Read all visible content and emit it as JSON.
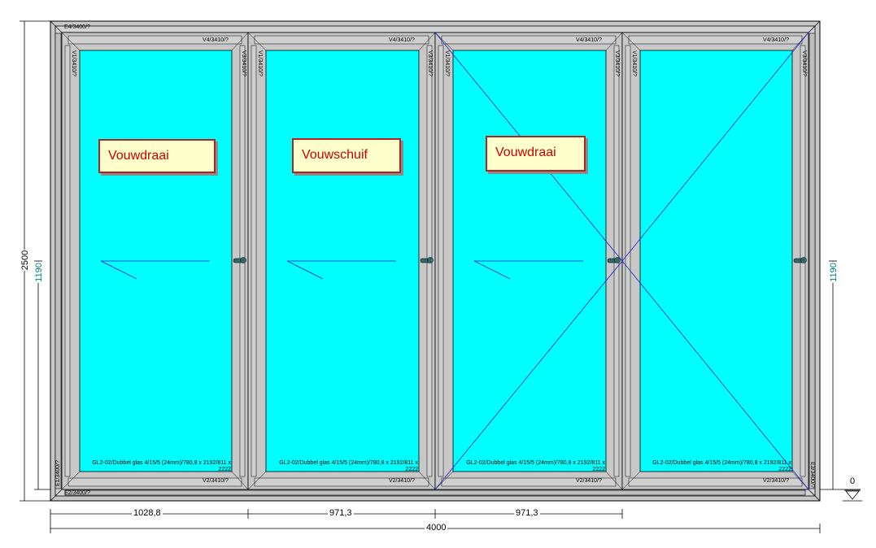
{
  "panels": [
    {
      "type_label": "Vouwdraai",
      "glass_text": "GL2-02/Dubbel glas 4/15/5 (24mm)/780,8 x 2192/811 x 2222",
      "top_profile": "V4/3410/?",
      "bottom_profile": "V2/3410/?",
      "left_profile": "V1/3410/?",
      "right_profile": "V3/3410/?"
    },
    {
      "type_label": "Vouwschuif",
      "glass_text": "GL2-02/Dubbel glas 4/15/5 (24mm)/780,8 x 2192/811 x 2222",
      "top_profile": "V4/3410/?",
      "bottom_profile": "V2/3410/?",
      "left_profile": "V1/3410/?",
      "right_profile": "V3/3410/?"
    },
    {
      "type_label": "Vouwdraai",
      "glass_text": "GL2-02/Dubbel glas 4/15/5 (24mm)/780,8 x 2192/811 x 2222",
      "top_profile": "V4/3410/?",
      "bottom_profile": "V2/3410/?",
      "left_profile": "V1/3410/?",
      "right_profile": "V3/3410/?"
    },
    {
      "type_label": "",
      "glass_text": "GL2-02/Dubbel glas 4/15/5 (24mm)/780,8 x 2192/811 x 2222",
      "top_profile": "V4/3410/?",
      "bottom_profile": "V2/3410/?",
      "left_profile": "V1/3410/?",
      "right_profile": "V3/3410/?"
    }
  ],
  "frame": {
    "top_profile": "E4/3400/?",
    "bottom_profile": "E2/3400/?",
    "left_profile": "E1/3400/?",
    "right_profile": "E3/3400/?"
  },
  "dimensions": {
    "segments": [
      "1028,8",
      "971,3",
      "971,3"
    ],
    "total_width": "4000",
    "total_height": "2500",
    "handle_height_left": "1190",
    "handle_height_right": "1190",
    "level": "0"
  },
  "colors": {
    "glass": "#00ffff",
    "profile": "#c8c8c8",
    "label_bg": "#ffffcc",
    "label_border": "#b22222",
    "label_text": "#cc0000",
    "opening_lines": "#1f1fcc",
    "handle_dim": "#008080"
  }
}
